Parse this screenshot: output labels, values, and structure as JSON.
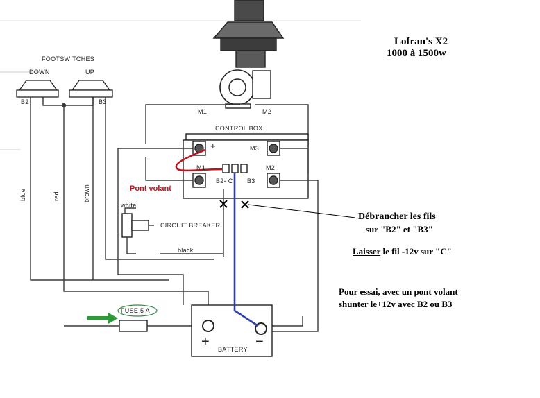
{
  "title": {
    "line1": "Lofran's   X2",
    "line2": "1000 à 1500w"
  },
  "labels": {
    "footswitches": "FOOTSWITCHES",
    "down": "DOWN",
    "up": "UP",
    "b2_left": "B2",
    "b3_left": "B3",
    "wire_blue": "blue",
    "wire_red": "red",
    "wire_brown": "brown",
    "motor_m1": "M1",
    "motor_m2": "M2",
    "control_box": "CONTROL BOX",
    "plus": "+",
    "m3": "M3",
    "cb_m1": "M1",
    "cb_m2": "M2",
    "b2c": "B2- C",
    "b3": "B3",
    "white": "white",
    "circuit_breaker": "CIRCUIT BREAKER",
    "black": "black",
    "fuse": "FUSE 5 A",
    "battery": "BATTERY",
    "battery_plus": "+",
    "battery_minus": "−"
  },
  "annotations": {
    "pont_volant": "Pont volant",
    "debrancher_1": "Débrancher  les fils",
    "debrancher_2": "sur  \"B2\" et \"B3\"",
    "laisser_u": "Laisser",
    "laisser_rest": " le fil -12v sur \"C\"",
    "essai_1": "Pour essai, avec un pont  volant",
    "essai_2": "shunter le+12v avec  B2 ou B3"
  },
  "colors": {
    "wire": "#3a3a3a",
    "jumper_red": "#c0121c",
    "jumper_blue": "#2f3fa8",
    "arrow_green": "#2e9a3a",
    "fuse_ellipse": "#3a8a4a"
  }
}
